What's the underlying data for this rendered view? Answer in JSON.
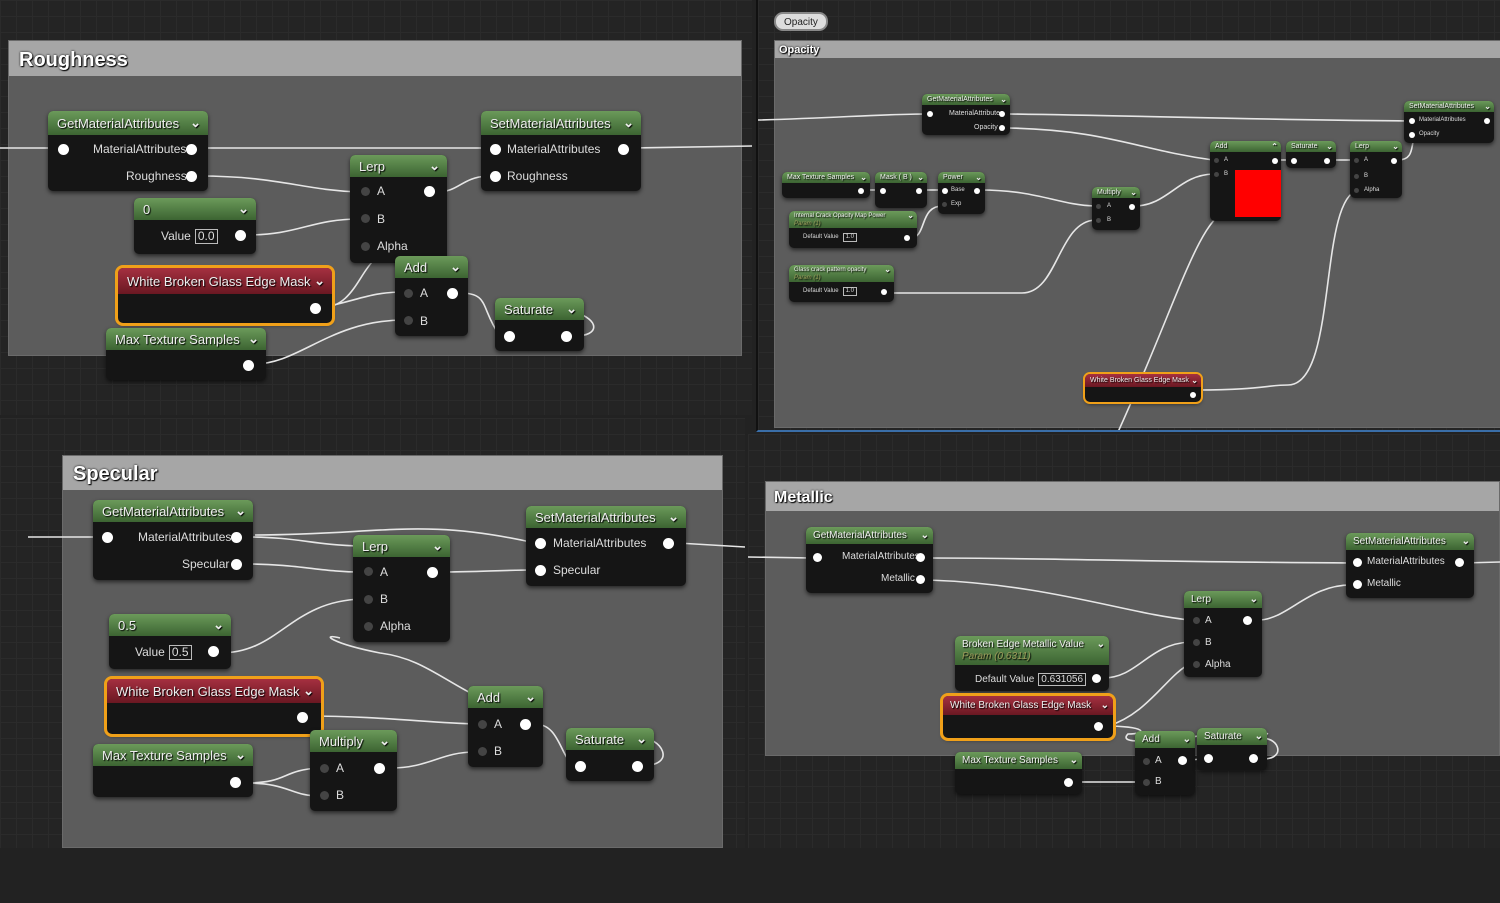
{
  "roughness": {
    "title": "Roughness",
    "get": "GetMaterialAttributes",
    "get_ma": "MaterialAttributes",
    "get_out": "Roughness",
    "set": "SetMaterialAttributes",
    "set_ma": "MaterialAttributes",
    "set_in": "Roughness",
    "lerp": "Lerp",
    "a": "A",
    "b": "B",
    "alpha": "Alpha",
    "const_title": "0",
    "value_label": "Value",
    "value": "0.0",
    "mask": "White Broken Glass Edge Mask",
    "add": "Add",
    "saturate": "Saturate",
    "mts": "Max Texture Samples"
  },
  "opacity": {
    "badge": "Opacity",
    "title": "Opacity",
    "get": "GetMaterialAttributes",
    "get_ma": "MaterialAttributes",
    "get_out": "Opacity",
    "set": "SetMaterialAttributes",
    "set_ma": "MaterialAttributes",
    "set_in": "Opacity",
    "mts": "Max Texture Samples",
    "mask_rgb": "Mask ( B )",
    "power": "Power",
    "base": "Base",
    "exp": "Exp",
    "icop": "Internal Crack Opacity Map Power",
    "param": "Param (1)",
    "default_value": "Default Value",
    "v1": "1.0",
    "gcpo": "Glass crack pattern opacity",
    "v2": "1.0",
    "multiply": "Multiply",
    "add": "Add",
    "saturate": "Saturate",
    "lerp": "Lerp",
    "a": "A",
    "b": "B",
    "alpha": "Alpha",
    "mask": "White Broken Glass Edge Mask"
  },
  "specular": {
    "title": "Specular",
    "get": "GetMaterialAttributes",
    "get_ma": "MaterialAttributes",
    "get_out": "Specular",
    "set": "SetMaterialAttributes",
    "set_ma": "MaterialAttributes",
    "set_in": "Specular",
    "lerp": "Lerp",
    "a": "A",
    "b": "B",
    "alpha": "Alpha",
    "const_title": "0.5",
    "value_label": "Value",
    "value": "0.5",
    "mask": "White Broken Glass Edge Mask",
    "add": "Add",
    "multiply": "Multiply",
    "saturate": "Saturate",
    "mts": "Max Texture Samples"
  },
  "metallic": {
    "title": "Metallic",
    "get": "GetMaterialAttributes",
    "get_ma": "MaterialAttributes",
    "get_out": "Metallic",
    "set": "SetMaterialAttributes",
    "set_ma": "MaterialAttributes",
    "set_in": "Metallic",
    "lerp": "Lerp",
    "a": "A",
    "b": "B",
    "alpha": "Alpha",
    "bemv": "Broken Edge Metallic Value",
    "param": "Param (0.6311)",
    "default_value": "Default Value",
    "value": "0.631056",
    "mask": "White Broken Glass Edge Mask",
    "add": "Add",
    "saturate": "Saturate",
    "mts": "Max Texture Samples"
  },
  "colors": {
    "node_header_green": "#4f7a42",
    "mask_header_red": "#8a2232",
    "selection": "#f0a019",
    "comment_body": "#5c5c5c",
    "comment_header": "#a6a6a6",
    "preview_red": "#ff0000"
  }
}
